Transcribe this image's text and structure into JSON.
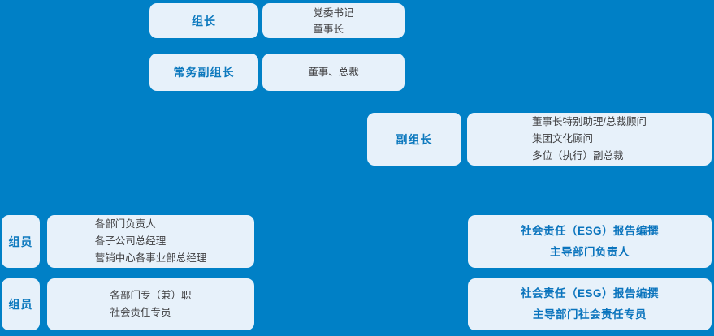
{
  "palette": {
    "background": "#0080C6",
    "box_fill": "#E7F1FA",
    "label_text_blue": "#0D79BE",
    "desc_text_dark": "#404042"
  },
  "chart": {
    "leader": {
      "label": "组长",
      "desc_lines": [
        "党委书记",
        "董事长"
      ]
    },
    "exec_deputy_leader": {
      "label": "常务副组长",
      "desc_lines": [
        "董事、总裁"
      ]
    },
    "deputy_leader": {
      "label": "副组长",
      "desc_lines": [
        "董事长特别助理/总裁顾问",
        "集团文化顾问",
        "多位（执行）副总裁"
      ]
    },
    "member_1": {
      "label": "组员",
      "desc_lines": [
        "各部门负责人",
        "各子公司总经理",
        "营销中心各事业部总经理"
      ]
    },
    "member_2": {
      "label": "组员",
      "desc_lines": [
        "各部门专（兼）职",
        "社会责任专员"
      ]
    },
    "esg_report_lead": {
      "lines": [
        "社会责任（ESG）报告编撰",
        "主导部门负责人"
      ]
    },
    "esg_report_specialist": {
      "lines": [
        "社会责任（ESG）报告编撰",
        "主导部门社会责任专员"
      ]
    }
  }
}
